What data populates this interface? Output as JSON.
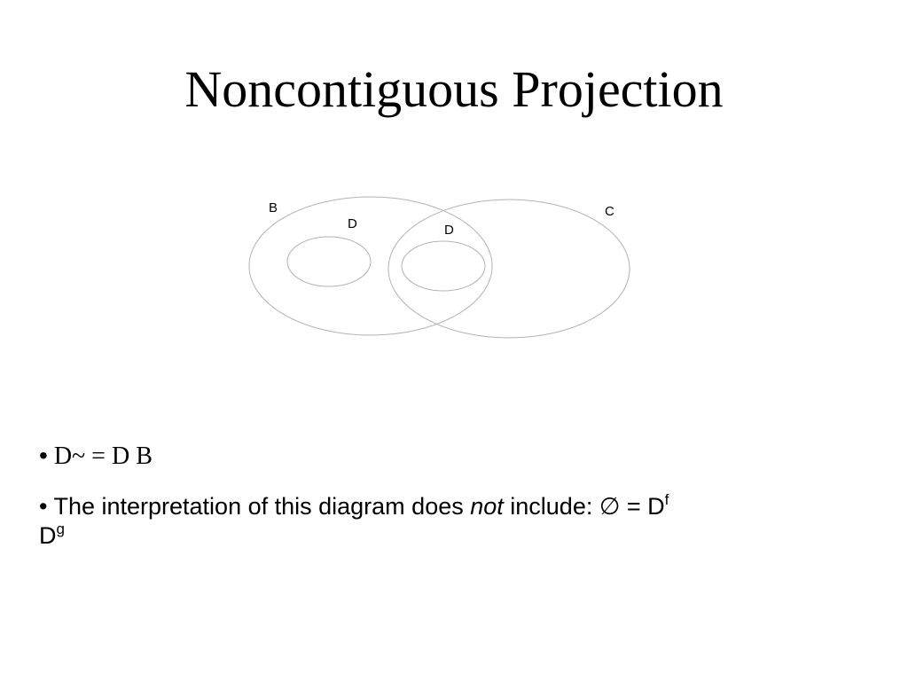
{
  "slide": {
    "title": "Noncontiguous Projection"
  },
  "diagram": {
    "labels": {
      "b": "B",
      "c": "C",
      "d_left": "D",
      "d_right": "D"
    },
    "ellipse_color": "#b3b3b3"
  },
  "bullets": {
    "marker": "•",
    "first": {
      "text": "D~ = D B"
    },
    "second": {
      "prefix": "The interpretation of this diagram does ",
      "emphasis": "not",
      "middle": " include: ",
      "empty_set": "∅",
      "equals": " = D",
      "sup_f": "f",
      "line2_base": "D",
      "sup_g": "g"
    }
  }
}
